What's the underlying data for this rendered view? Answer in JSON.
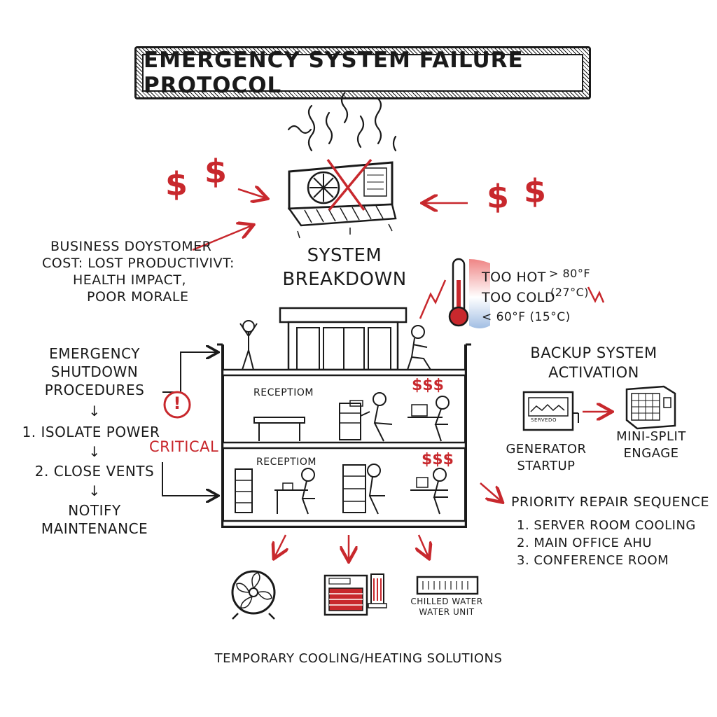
{
  "title": "EMERGENCY SYSTEM FAILURE PROTOCOL",
  "center_label": [
    "SYSTEM",
    "BREAKDOWN"
  ],
  "business_cost": [
    "BUSINESS DOYSTOMER",
    "COST: LOST PRODUCTIVIVT:",
    "HEALTH IMPACT,",
    "POOR MORALE"
  ],
  "temperature": {
    "too_hot": "TOO HOT",
    "hot_value": "> 80°F",
    "hot_celsius": "(27°C)",
    "too_cold": "TOO COLD",
    "cold_value": "< 60°F (15°C)"
  },
  "shutdown": {
    "heading": [
      "EMERGENCY",
      "SHUTDOWN",
      "PROCEDURES"
    ],
    "step1": "1. ISOLATE POWER",
    "step2": "2. CLOSE VENTS",
    "step3": [
      "NOTIFY",
      "MAINTENANCE"
    ],
    "arrow": "↓"
  },
  "critical": {
    "icon": "!",
    "label": "CRITICAL"
  },
  "building": {
    "floor1_label": "RECEPTIOM",
    "floor2_label": "RECEPTIOM",
    "cost_marker": "$$$"
  },
  "dollar_marks": [
    "$",
    "$",
    "$",
    "$"
  ],
  "backup": {
    "heading": [
      "BACKUP SYSTEM",
      "ACTIVATION"
    ],
    "generator_label": [
      "GENERATOR",
      "STARTUP"
    ],
    "generator_panel_text": "SERVEDO",
    "minisplit_label": [
      "MINI-SPLIT",
      "ENGAGE"
    ]
  },
  "priority": {
    "heading": "PRIORITY REPAIR SEQUENCE",
    "items": [
      "1. SERVER ROOM COOLING",
      "2. MAIN OFFICE AHU",
      "3. CONFERENCE ROOM"
    ]
  },
  "temporary": {
    "chiller_label": [
      "CHILLED WATER",
      "WATER UNIT"
    ],
    "footer": "TEMPORARY COOLING/HEATING SOLUTIONS"
  },
  "colors": {
    "ink": "#1a1a1a",
    "accent_red": "#c8282d",
    "cold_blue": "#7aa3d8"
  }
}
